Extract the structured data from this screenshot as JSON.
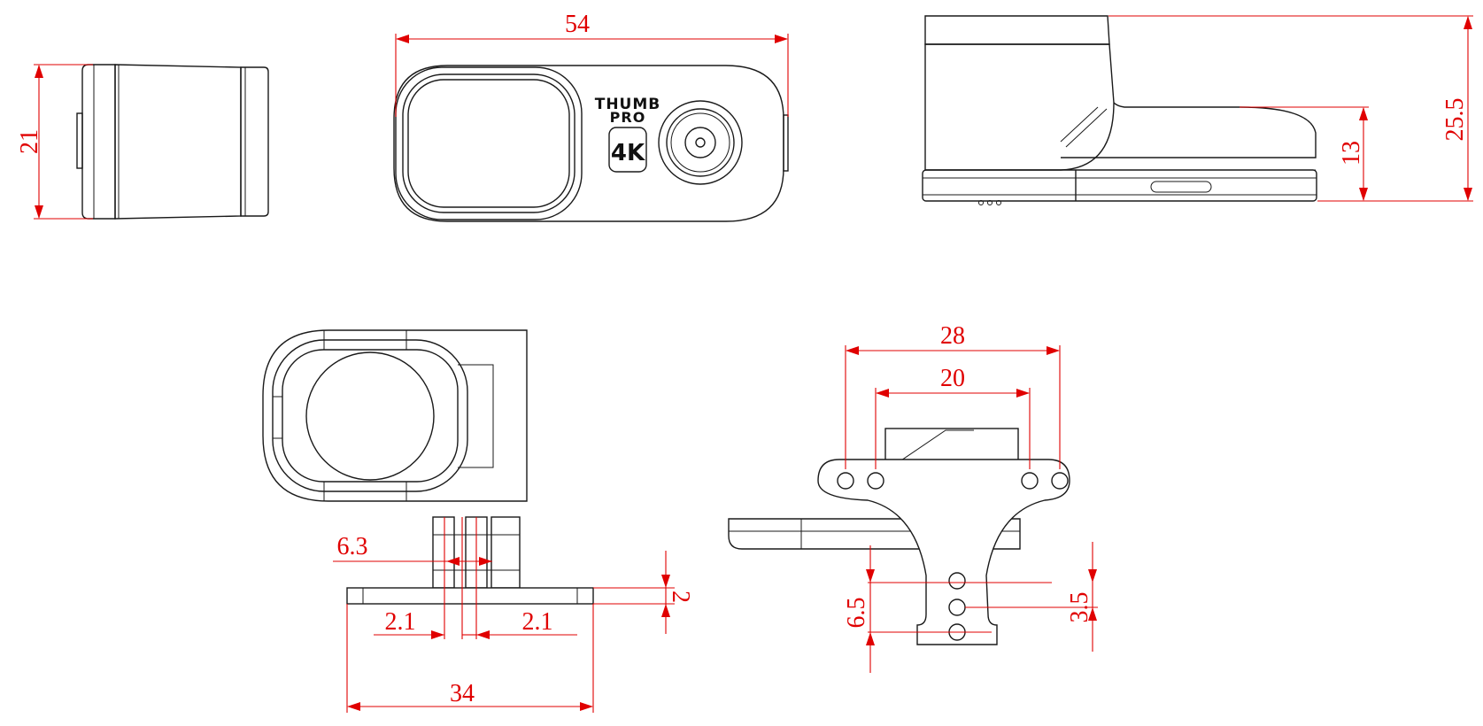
{
  "product": {
    "logo_line1": "THUMB",
    "logo_line2": "PRO",
    "badge": "4K"
  },
  "dimensions": {
    "side_height": "21",
    "front_width": "54",
    "profile_total_height": "25.5",
    "profile_body_height": "13",
    "mount_width_outer": "28",
    "mount_width_inner": "20",
    "mount_hole_span": "6.5",
    "mount_hole_pitch": "3.5",
    "base_width": "34",
    "base_thickness": "2",
    "slot_width": "6.3",
    "finger_left": "2.1",
    "finger_right": "2.1"
  },
  "colors": {
    "dimension_lines": "#e00000",
    "object_lines": "#1a1a1a",
    "background": "#ffffff"
  }
}
